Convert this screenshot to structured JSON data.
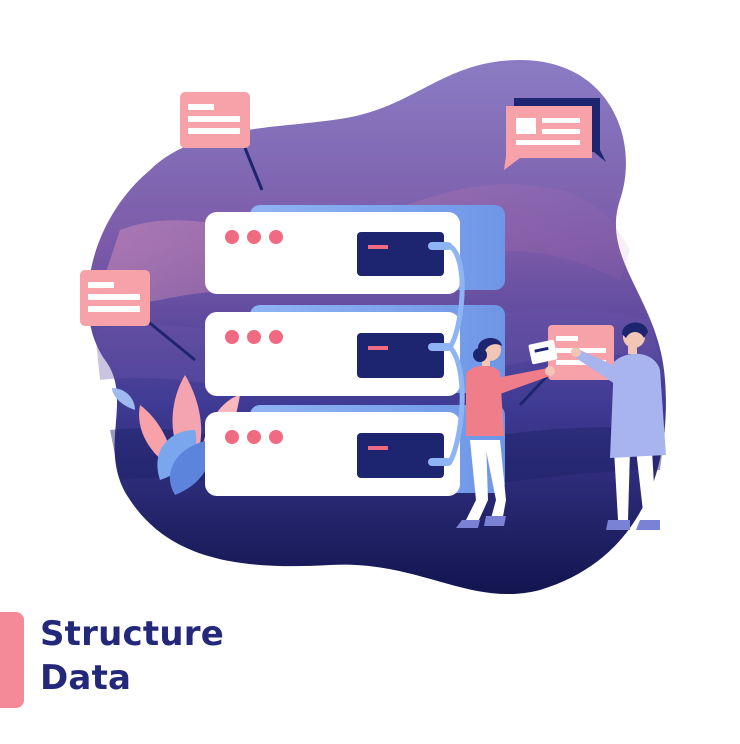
{
  "title": {
    "line1": "Structure",
    "line2": "Data"
  },
  "colors": {
    "blob_top": "#7a6fb8",
    "blob_bottom": "#12154f",
    "server_front": "#ffffff",
    "server_side": "#7aa6ee",
    "dots": "#f06b82",
    "slot": "#1e2570",
    "card": "#f7a1a9",
    "accent": "#f48a98",
    "text": "#24287a"
  },
  "icons": {
    "illustration": "server-rack-illustration",
    "message_card": "message-card-icon",
    "chat_bubble": "chat-bubble-icon",
    "plant": "plant-icon",
    "person": "person-icon"
  }
}
